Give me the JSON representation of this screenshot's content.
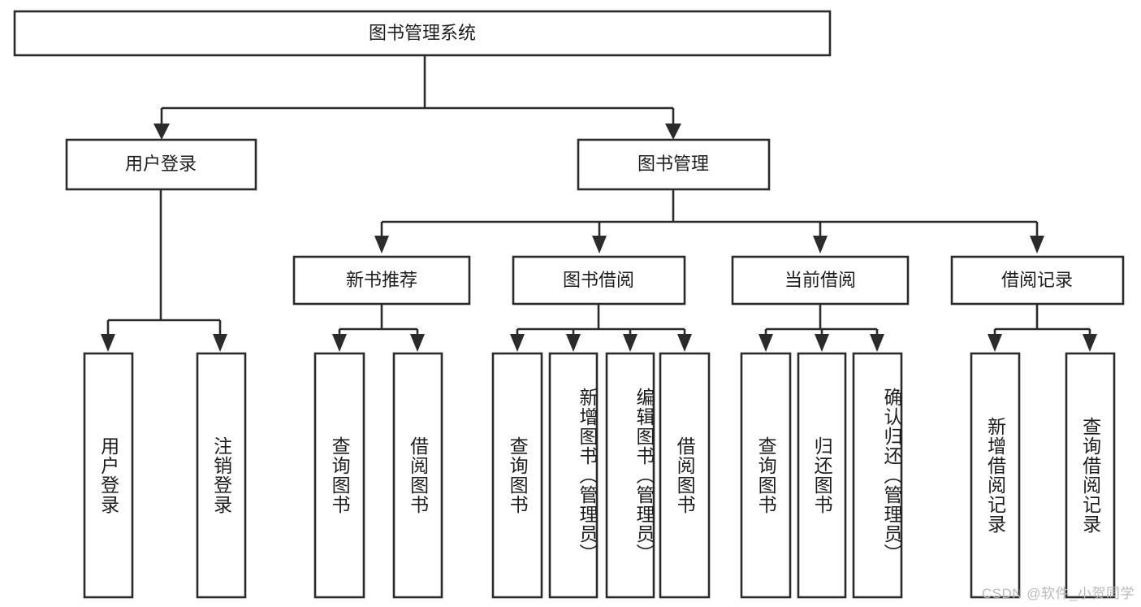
{
  "diagram": {
    "title": "图书管理系统",
    "watermark": "CSDN @软件_小贺同学",
    "style": {
      "box_fill": "#ffffff",
      "box_stroke": "#2b2b2b",
      "text_color": "#1d1d1d",
      "watermark_color": "#b9b9b9",
      "background": "#ffffff"
    },
    "root": {
      "label": "图书管理系统",
      "orientation": "horizontal"
    },
    "level1": [
      {
        "label": "用户登录",
        "orientation": "horizontal"
      },
      {
        "label": "图书管理",
        "orientation": "horizontal"
      }
    ],
    "level2": [
      {
        "label": "新书推荐",
        "orientation": "horizontal",
        "parent": "图书管理"
      },
      {
        "label": "图书借阅",
        "orientation": "horizontal",
        "parent": "图书管理"
      },
      {
        "label": "当前借阅",
        "orientation": "horizontal",
        "parent": "图书管理"
      },
      {
        "label": "借阅记录",
        "orientation": "horizontal",
        "parent": "图书管理"
      }
    ],
    "leaves": {
      "用户登录": [
        {
          "label": "用户登录",
          "orientation": "vertical"
        },
        {
          "label": "注销登录",
          "orientation": "vertical"
        }
      ],
      "新书推荐": [
        {
          "label": "查询图书",
          "orientation": "vertical"
        },
        {
          "label": "借阅图书",
          "orientation": "vertical"
        }
      ],
      "图书借阅": [
        {
          "label": "查询图书",
          "orientation": "vertical"
        },
        {
          "label": "新增图书（管理员）",
          "orientation": "vertical"
        },
        {
          "label": "编辑图书（管理员）",
          "orientation": "vertical"
        },
        {
          "label": "借阅图书",
          "orientation": "vertical"
        }
      ],
      "当前借阅": [
        {
          "label": "查询图书",
          "orientation": "vertical"
        },
        {
          "label": "归还图书",
          "orientation": "vertical"
        },
        {
          "label": "确认归还（管理员）",
          "orientation": "vertical"
        }
      ],
      "借阅记录": [
        {
          "label": "新增借阅记录",
          "orientation": "vertical"
        },
        {
          "label": "查询借阅记录",
          "orientation": "vertical"
        }
      ]
    },
    "leaf_labels_flat": [
      "用户登录",
      "注销登录",
      "查询图书",
      "借阅图书",
      "查询图书",
      "新增图书（管理员）",
      "编辑图书（管理员）",
      "借阅图书",
      "查询图书",
      "归还图书",
      "确认归还（管理员）",
      "新增借阅记录",
      "查询借阅记录"
    ]
  }
}
